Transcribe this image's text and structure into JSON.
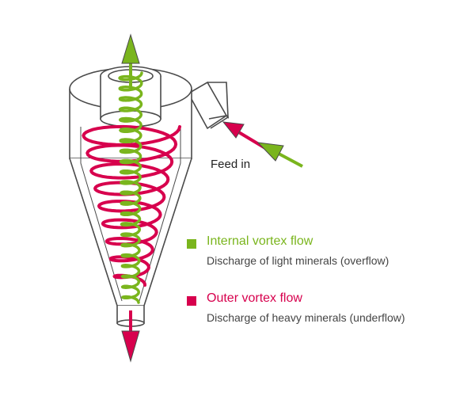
{
  "feed_label": "Feed in",
  "legend": {
    "internal": {
      "title": "Internal vortex flow",
      "description": "Discharge of light minerals (overflow)"
    },
    "outer": {
      "title": "Outer vortex flow",
      "description": "Discharge of heavy minerals (underflow)"
    }
  },
  "colors": {
    "internal": "#7ab51d",
    "outer": "#d7004d",
    "outline": "#4a4a4a",
    "body_fill": "#ffffff"
  }
}
